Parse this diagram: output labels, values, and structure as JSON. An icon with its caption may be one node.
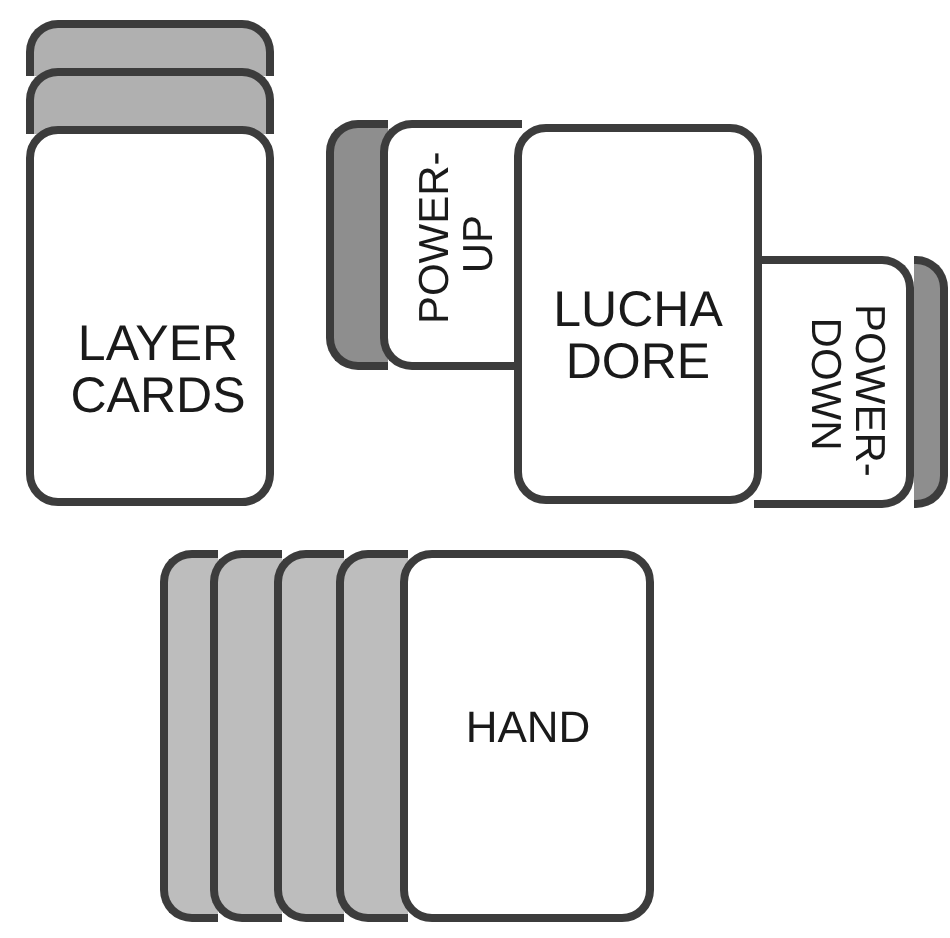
{
  "diagram": {
    "nodes": [
      {
        "text": [],
        "shape": "box"
      },
      {
        "text": [],
        "shape": "box"
      },
      {
        "text": [
          "LAYER CARDS"
        ]
      },
      {
        "text": [],
        "shape": "box"
      },
      {
        "text": [
          "POWER- UP"
        ]
      },
      {
        "text": [
          "LUCHA DORE"
        ]
      },
      {
        "text": [
          "POWER- DOWN"
        ]
      },
      {
        "text": [],
        "shape": "box"
      },
      {
        "text": [],
        "shape": "box"
      },
      {
        "text": [],
        "shape": "box"
      },
      {
        "text": [],
        "shape": "box"
      },
      {
        "text": [],
        "shape": "box"
      },
      {
        "text": [
          "HAND"
        ]
      }
    ]
  }
}
